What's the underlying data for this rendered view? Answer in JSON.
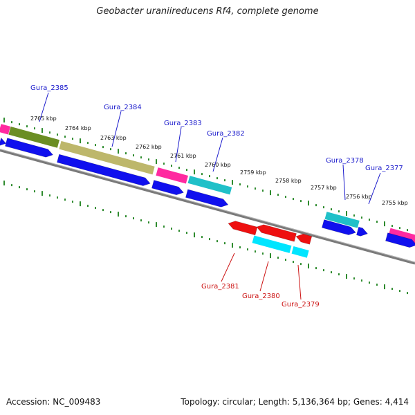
{
  "title": "Geobacter uraniireducens Rf4, complete genome",
  "footer": {
    "accession": "Accession: NC_009483",
    "summary": "Topology: circular; Length: 5,136,364 bp; Genes: 4,414"
  },
  "colors": {
    "forward_label": "#1a1acc",
    "reverse_label": "#cc1111",
    "backbone": "#7a7a7a",
    "tick": "#2e8b2e"
  },
  "scale_labels": [
    "2765 kbp",
    "2764 kbp",
    "2763 kbp",
    "2762 kbp",
    "2761 kbp",
    "2760 kbp",
    "2759 kbp",
    "2758 kbp",
    "2757 kbp",
    "2756 kbp",
    "2755 kbp"
  ],
  "gene_labels": {
    "forward": [
      "Gura_2385",
      "Gura_2384",
      "Gura_2383",
      "Gura_2382",
      "Gura_2378",
      "Gura_2377"
    ],
    "reverse": [
      "Gura_2381",
      "Gura_2380",
      "Gura_2379"
    ]
  }
}
